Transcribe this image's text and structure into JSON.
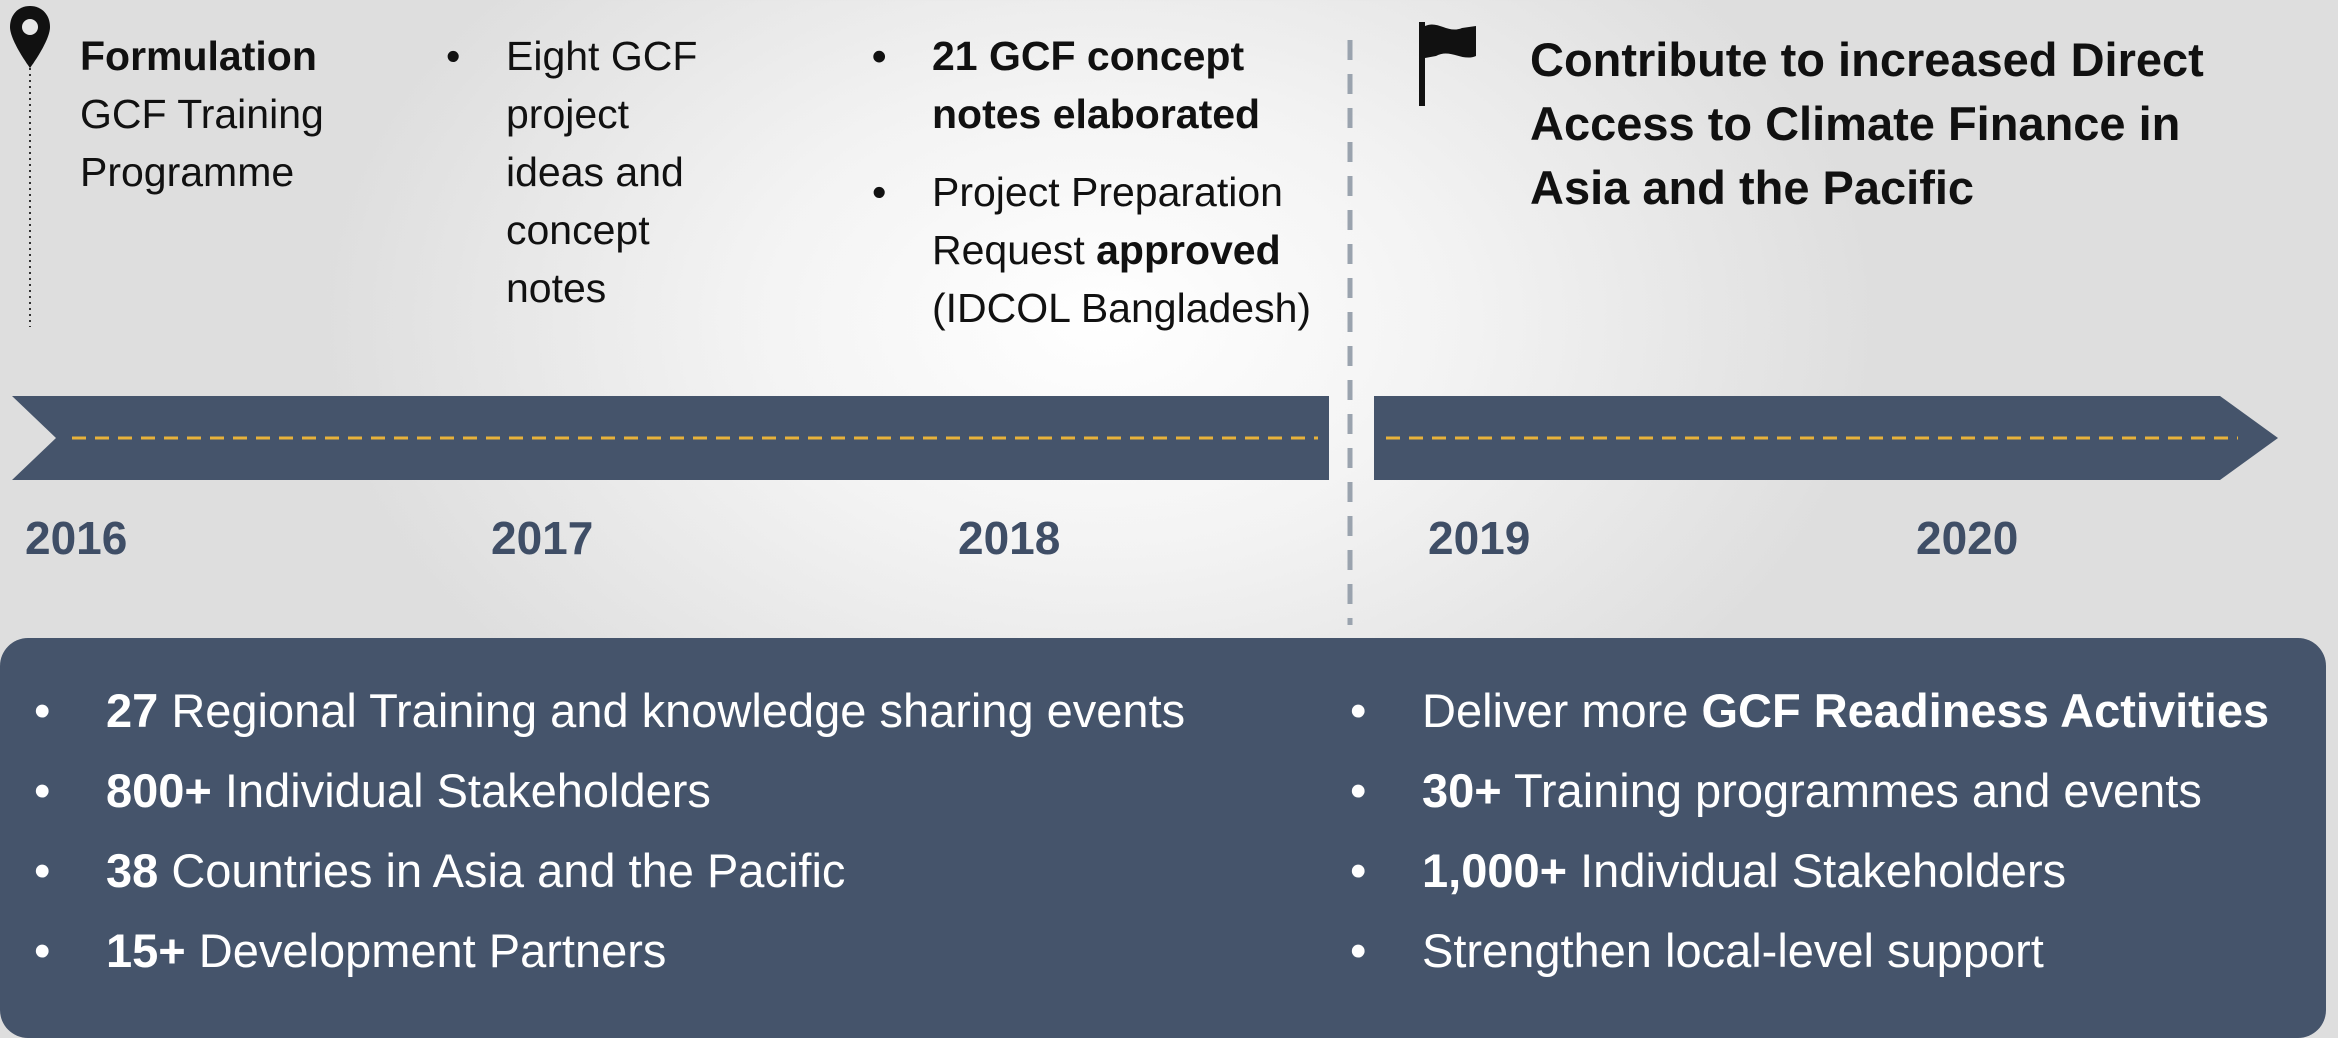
{
  "milestones": {
    "m2016": {
      "bold": "Formulation",
      "line2": "GCF Training",
      "line3": "Programme"
    },
    "m2017": {
      "bullet": "Eight GCF project ideas and concept notes"
    },
    "m2018": {
      "bullet1": "21 GCF concept notes elaborated",
      "bullet2_pre": "Project Preparation Request ",
      "bullet2_bold": "approved",
      "bullet2_post": "(IDCOL Bangladesh)"
    },
    "goal": "Contribute to increased Direct Access to Climate Finance in Asia and the Pacific"
  },
  "years": [
    "2016",
    "2017",
    "2018",
    "2019",
    "2020"
  ],
  "achievements": [
    {
      "bold": "27",
      "text": " Regional Training and knowledge sharing events"
    },
    {
      "bold": "800+",
      "text": " Individual Stakeholders"
    },
    {
      "bold": "38",
      "text": " Countries in Asia and the Pacific"
    },
    {
      "bold": "15+",
      "text": " Development Partners"
    }
  ],
  "targets": [
    {
      "pre": "Deliver more ",
      "bold": "GCF Readiness Activities",
      "text": ""
    },
    {
      "pre": "",
      "bold": "30+",
      "text": " Training programmes and events"
    },
    {
      "pre": "",
      "bold": "1,000+",
      "text": " Individual Stakeholders"
    },
    {
      "pre": "",
      "bold": "",
      "text": "Strengthen local-level support"
    }
  ],
  "colors": {
    "timeline": "#45546b",
    "dash": "#e8b23a",
    "year_text": "#3f4e66",
    "divider": "#9aa3ae"
  },
  "icons": [
    "map-pin-icon",
    "flag-icon"
  ]
}
